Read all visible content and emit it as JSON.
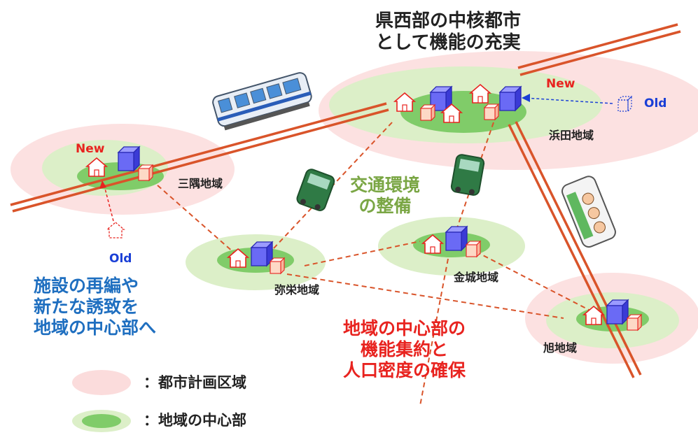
{
  "title": {
    "line1": "県西部の中核都市",
    "line2": "として機能の充実"
  },
  "regions": {
    "hamada": "浜田地域",
    "misumi": "三隅地域",
    "yasaka": "弥栄地域",
    "kanagi": "金城地域",
    "asahi": "旭地域"
  },
  "traffic": {
    "line1": "交通環境",
    "line2": "の整備"
  },
  "facilities": {
    "line1": "施設の再編や",
    "line2": "新たな誘致を",
    "line3": "地域の中心部へ"
  },
  "concentration": {
    "line1": "地域の中心部の",
    "line2": "機能集約と",
    "line3": "人口密度の確保"
  },
  "markers": {
    "new_label": "New",
    "old_label": "Old"
  },
  "legend": {
    "city_planning": "：都市計画区域",
    "center": "：地域の中心部"
  },
  "colors": {
    "planning_area": "#fbdcdc",
    "center_outer": "#dcefc8",
    "center_inner": "#80cc69",
    "road": "#d9542a",
    "facility_blue": "#6a6af5",
    "house_red": "#e8231f",
    "box_fill": "#fdd9c6"
  },
  "icons": [
    "train-icon",
    "bus-icon",
    "car-icon",
    "house-icon",
    "facility-cube-icon"
  ]
}
